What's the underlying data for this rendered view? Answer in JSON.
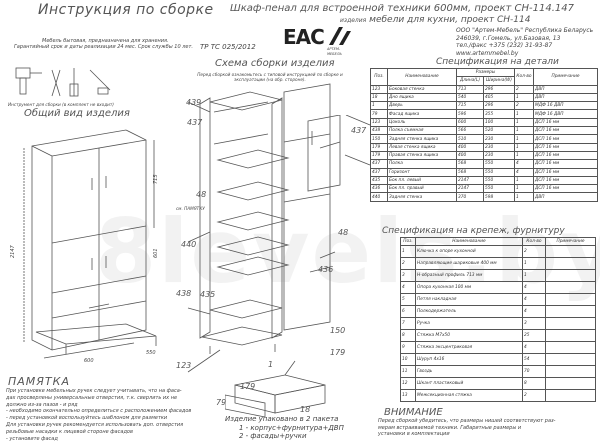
{
  "header": {
    "title_left": "Инструкция по сборке",
    "title_right": "Шкаф-пенал для встроенной техники 600мм, проект СН-114.147",
    "product_prefix": "изделия",
    "product_name": "мебели для кухни, проект СН-114",
    "company_line1": "ООО \"Артем-Мебель\" Республика Беларусь",
    "company_line2": "246039, г.Гомель, ул.Базовая, 13",
    "company_line3": "тел./факс +375 (232) 31-93-87",
    "company_line4": "www.artemmebel.by",
    "logo_text": "EAC",
    "logo_sub": "АРТЕМ-МЕБЕЛЬ"
  },
  "left": {
    "note1": "Мебель бытовая, предназначена для хранения.",
    "note2": "Гарантийный срок и даты реализации 24 мес. Срок службы 10 лет.",
    "tool_note": "Инструмент для сборки (в комплект не входит)",
    "general_view": "Общий вид изделия",
    "standard": "ТР ТС 025/2012"
  },
  "center": {
    "assembly_scheme": "Схема сборки изделия",
    "scheme_note": "Перед сборкой ознакомьтесь с типовой инструкцией по сборке и эксплуатации (на обр. стороне).",
    "packed_title": "Изделие упаковано в 2 пакета",
    "pack1": "1 - корпус+фурнитура+ДВП",
    "pack2": "2 - фасады+ручки"
  },
  "memo": {
    "title": "ПАМЯТКА",
    "lines": [
      "При установке мебельных ручек следует учитывать, что на фаса-",
      "дах просверлены универсальные отверстия, т.к. сверлить их не",
      "должно из-за пазов - и ряд",
      "- необходимо окончательно определиться с расположением фасадов",
      "- перед установкой воспользуйтесь шаблоном для разметки",
      "Для установки ручек рекомендуется использовать доп. отверстия",
      "резьбовые насадки к лицевой стороне фасадов",
      "- установите фасад"
    ]
  },
  "attention": {
    "title": "ВНИМАНИЕ",
    "lines": [
      "Перед сборкой убедитесь, что размеры нишей соответствуют раз-",
      "мерам встраиваемой техники. Габаритные размеры и",
      "установки в комплектации"
    ]
  },
  "spec_parts": {
    "title": "Спецификация на детали",
    "headers": [
      "Поз.",
      "Наименование",
      "Длина(L)",
      "Ширина(W)",
      "Кол-во",
      "Примечание"
    ],
    "group_header": "Размеры",
    "rows": [
      [
        "123",
        "Боковая стенка",
        "713",
        "296",
        "2",
        "ДВП"
      ],
      [
        "18",
        "Дно ящика",
        "540",
        "405",
        "1",
        "ДВП"
      ],
      [
        "1",
        "Дверь",
        "715",
        "296",
        "2",
        "МДФ 16 ДВП"
      ],
      [
        "79",
        "Фасад ящика",
        "596",
        "355",
        "1",
        "МДФ 16 ДВП"
      ],
      [
        "123",
        "Цоколь",
        "600",
        "100",
        "1",
        "ДСП 16 мм"
      ],
      [
        "438",
        "Полка съемная",
        "566",
        "520",
        "1",
        "ДСП 16 мм"
      ],
      [
        "150",
        "Задняя стенка ящика",
        "510",
        "230",
        "1",
        "ДСП 16 мм"
      ],
      [
        "179",
        "Левая стенка ящика",
        "400",
        "230",
        "1",
        "ДСП 16 мм"
      ],
      [
        "179",
        "Правая стенка ящика",
        "400",
        "230",
        "1",
        "ДСП 16 мм"
      ],
      [
        "437",
        "Полка",
        "568",
        "550",
        "4",
        "ДСП 16 мм"
      ],
      [
        "437",
        "Горизонт",
        "568",
        "550",
        "4",
        "ДСП 16 мм"
      ],
      [
        "435",
        "Бок пл. левый",
        "2147",
        "550",
        "1",
        "ДСП 16 мм"
      ],
      [
        "436",
        "Бок пл. правый",
        "2147",
        "550",
        "1",
        "ДСП 16 мм"
      ],
      [
        "440",
        "Задняя стенка",
        "370",
        "598",
        "1",
        "ДВП"
      ]
    ]
  },
  "spec_hardware": {
    "title": "Спецификация на крепеж, фурнитуру",
    "headers": [
      "Поз.",
      "Наименование",
      "Кол-во",
      "Примечание"
    ],
    "rows": [
      [
        "1",
        "Ключка к опоре кухонной",
        "2",
        ""
      ],
      [
        "2",
        "Направляющие шариковые 400 мм",
        "1",
        ""
      ],
      [
        "3",
        "Н-образный профиль 713 мм",
        "1",
        ""
      ],
      [
        "4",
        "Опора кухонная 100 мм",
        "4",
        ""
      ],
      [
        "5",
        "Петля накладная",
        "4",
        ""
      ],
      [
        "6",
        "Полкодержатель",
        "4",
        ""
      ],
      [
        "7",
        "Ручка",
        "3",
        ""
      ],
      [
        "8",
        "Стяжка М7х50",
        "25",
        ""
      ],
      [
        "9",
        "Стяжка эксцентриковая",
        "4",
        ""
      ],
      [
        "10",
        "Шуруп 4х16",
        "54",
        ""
      ],
      [
        "11",
        "Гвоздь",
        "70",
        ""
      ],
      [
        "12",
        "Шкант пластиковый",
        "8",
        ""
      ],
      [
        "13",
        "Межсекционная стяжка",
        "2",
        ""
      ]
    ]
  },
  "callouts": {
    "c437a": "437",
    "c437b": "437",
    "c439": "439",
    "c440": "440",
    "c438": "438",
    "c436": "436",
    "c435": "435",
    "c123": "123",
    "c150": "150",
    "c179a": "179",
    "c179b": "179",
    "c48a": "48",
    "c48b": "48",
    "c18": "18",
    "c79": "79",
    "c1": "1",
    "pamyatka_label": "см. ПАМЯТКУ"
  },
  "watermark": "8levels.by"
}
